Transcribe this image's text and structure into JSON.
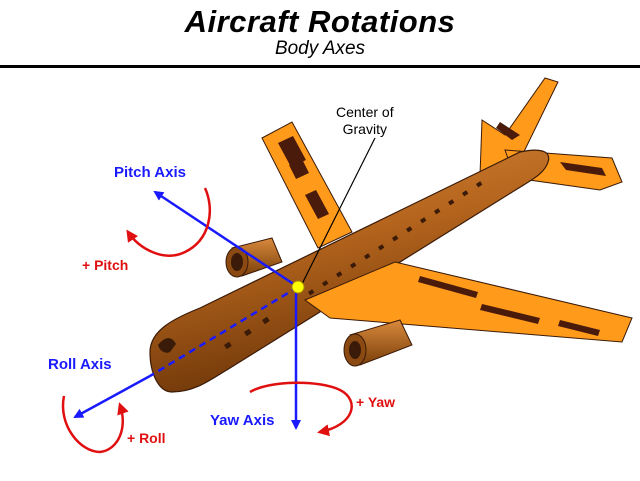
{
  "header": {
    "title": "Aircraft  Rotations",
    "subtitle": "Body  Axes"
  },
  "labels": {
    "center_of_gravity_line1": "Center of",
    "center_of_gravity_line2": "Gravity",
    "pitch_axis": "Pitch  Axis",
    "plus_pitch": "+ Pitch",
    "roll_axis": "Roll  Axis",
    "plus_roll": "+ Roll",
    "yaw_axis": "Yaw  Axis",
    "plus_yaw": "+ Yaw"
  },
  "colors": {
    "fuselage": "#b5651d",
    "fuselage_dark": "#7a3f0a",
    "wing": "#ff9a1a",
    "wing_stripe": "#4a1a0a",
    "axis_blue": "#1a1aff",
    "rotation_red": "#e01010",
    "center_of_gravity": "#ffff00"
  }
}
